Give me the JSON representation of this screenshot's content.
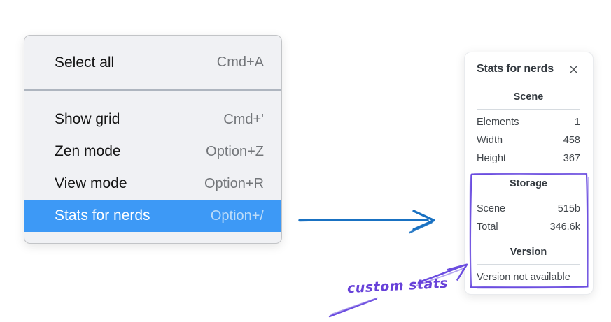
{
  "context_menu": {
    "background": "#f0f1f4",
    "highlight_color": "#3d99f6",
    "items": [
      {
        "label": "Select all",
        "shortcut": "Cmd+A",
        "selected": false
      },
      {
        "label": "Show grid",
        "shortcut": "Cmd+'",
        "selected": false
      },
      {
        "label": "Zen mode",
        "shortcut": "Option+Z",
        "selected": false
      },
      {
        "label": "View mode",
        "shortcut": "Option+R",
        "selected": false
      },
      {
        "label": "Stats for nerds",
        "shortcut": "Option+/",
        "selected": true
      }
    ]
  },
  "stats_panel": {
    "title": "Stats for nerds",
    "close_icon": "x-icon",
    "sections": [
      {
        "header": "Scene",
        "rows": [
          {
            "label": "Elements",
            "value": "1"
          },
          {
            "label": "Width",
            "value": "458"
          },
          {
            "label": "Height",
            "value": "367"
          }
        ]
      },
      {
        "header": "Storage",
        "rows": [
          {
            "label": "Scene",
            "value": "515b"
          },
          {
            "label": "Total",
            "value": "346.6k"
          }
        ]
      },
      {
        "header": "Version",
        "rows": [],
        "note": "Version not available"
      }
    ]
  },
  "annotations": {
    "flow_arrow_color": "#1971c2",
    "sketch_color": "#6b4de0",
    "custom_stats_label": "custom stats"
  }
}
